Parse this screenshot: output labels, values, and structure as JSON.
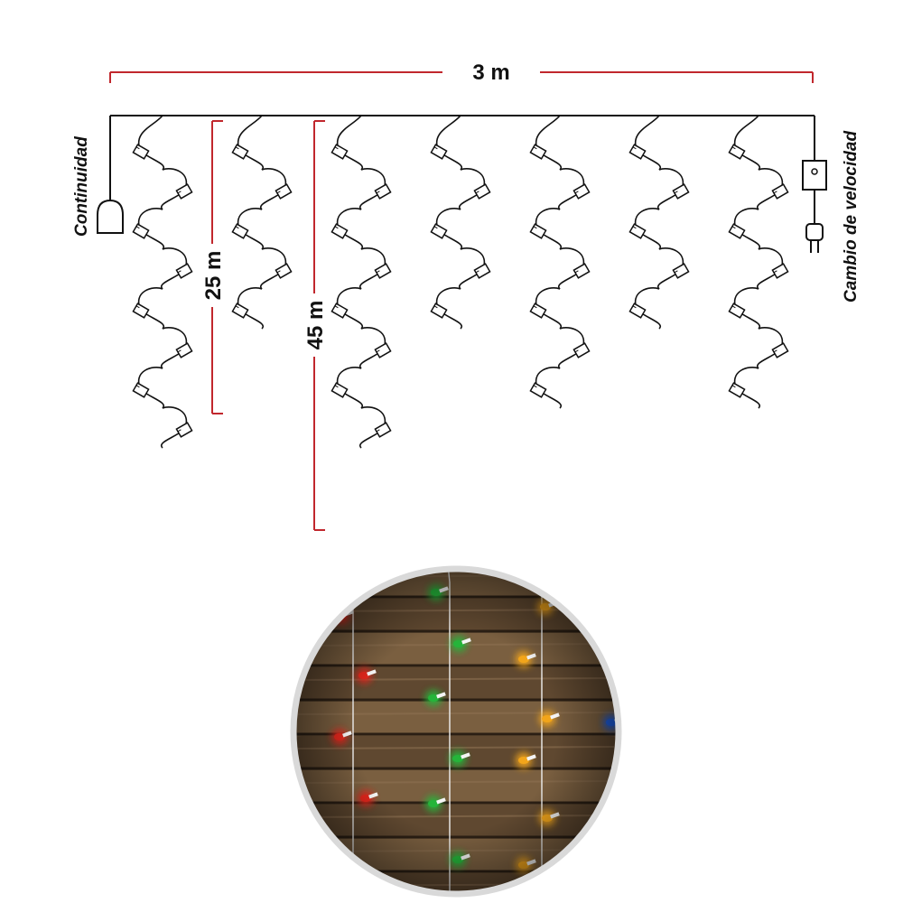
{
  "labels": {
    "width": "3 m",
    "short_drop": "25 m",
    "long_drop": "45 m",
    "continuity": "Continuidad",
    "speed_change": "Cambio de velocidad"
  },
  "strands": {
    "count": 7,
    "bulbs_per_strand": [
      8,
      5,
      8,
      5,
      7,
      5,
      7
    ]
  },
  "inset": {
    "bulb_colors": [
      "#e0261c",
      "#25b43a",
      "#f2a51a",
      "#1f5fe0"
    ]
  },
  "colors": {
    "dimension_line": "#c1272d",
    "wire": "#111111",
    "wood": "#6b5338"
  }
}
